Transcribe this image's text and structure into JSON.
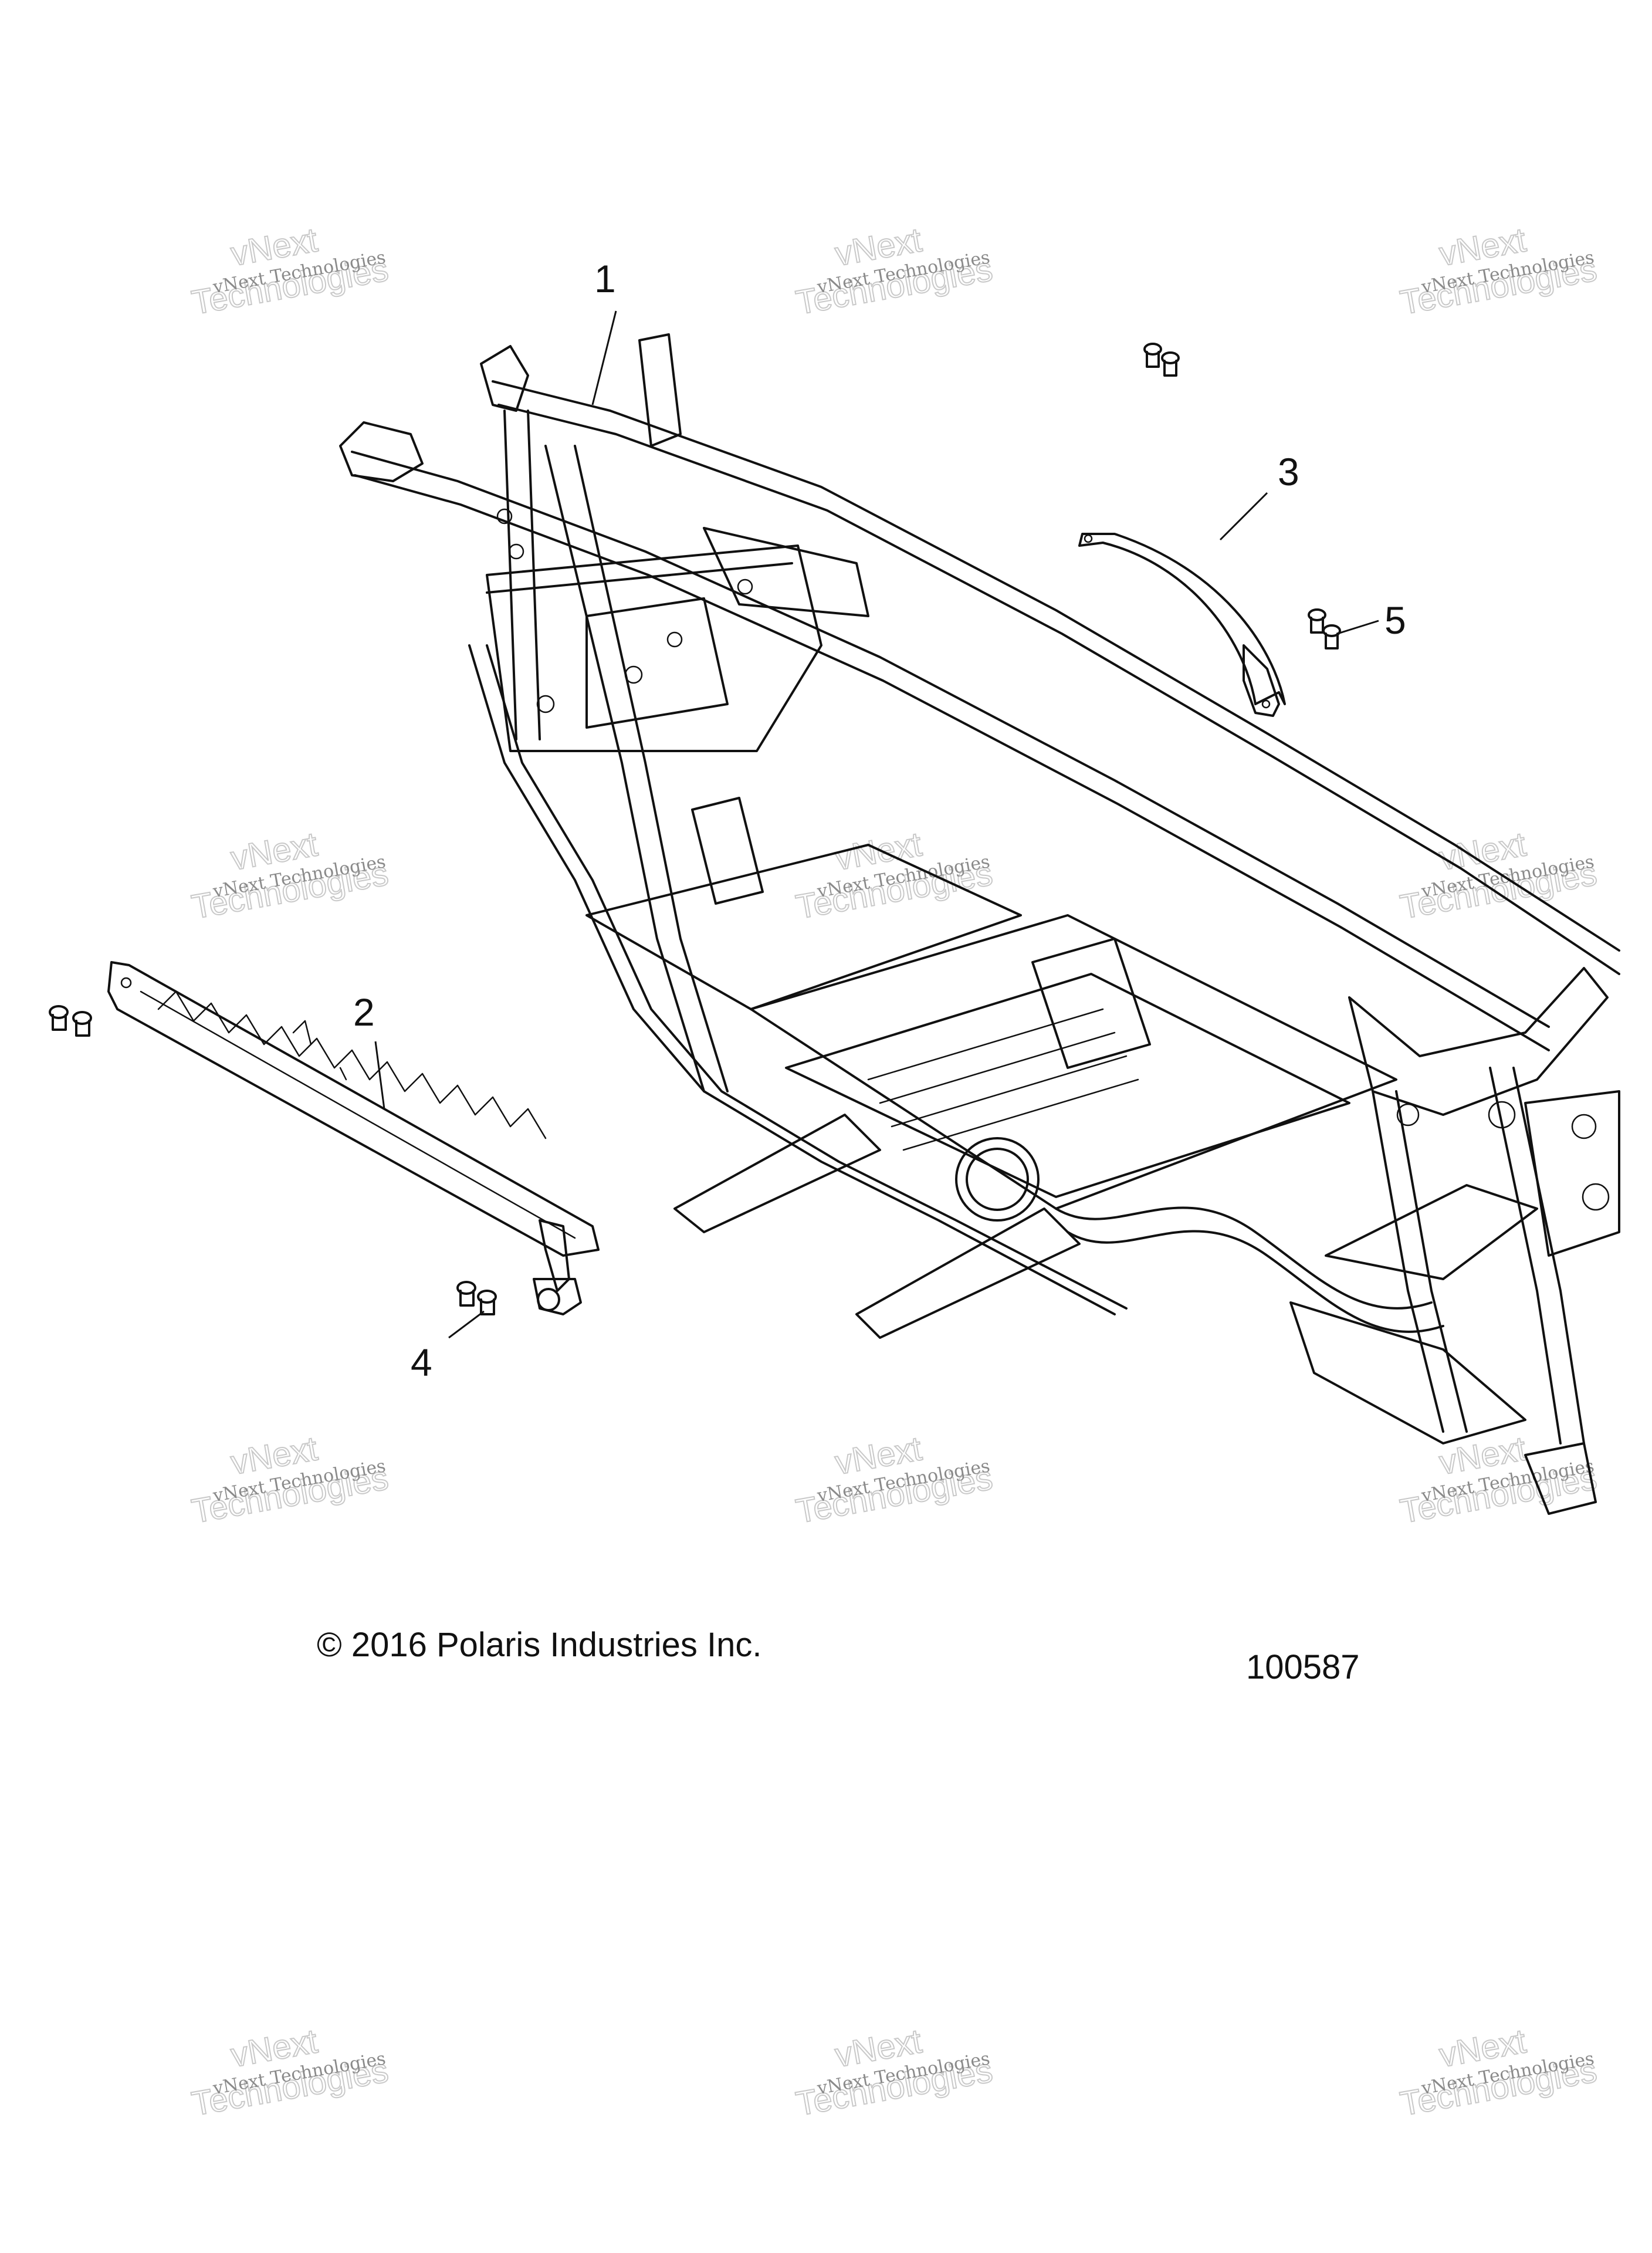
{
  "callouts": {
    "part_1": "1",
    "part_2": "2",
    "part_3": "3",
    "part_4": "4",
    "part_5": "5"
  },
  "watermark": {
    "line1": "vNext Technologies",
    "line2": "Technologies",
    "overlay": "vNext"
  },
  "footer": {
    "copyright": "© 2016 Polaris Industries Inc.",
    "diagram_id": "100587"
  }
}
